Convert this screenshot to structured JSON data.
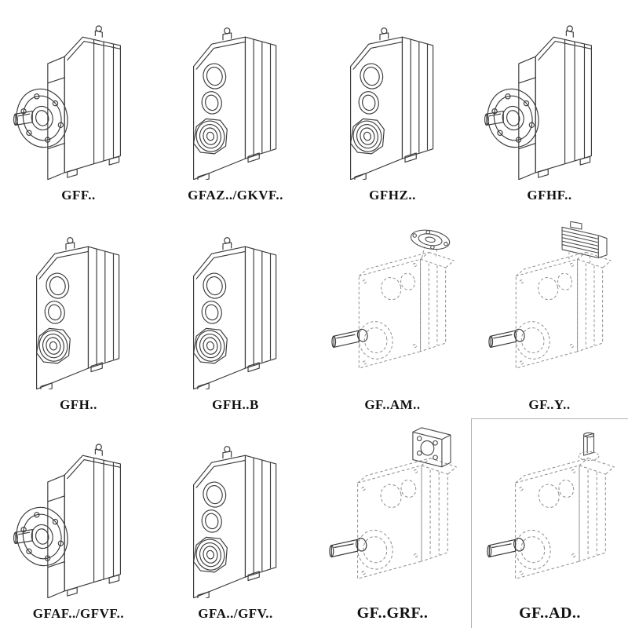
{
  "colors": {
    "background": "#ffffff",
    "ink": "#3b3b3b",
    "phantom": "#8e8e8e",
    "label": "#111111",
    "cell_border": "#b0b0b0"
  },
  "catalog": {
    "items": [
      {
        "label": "GFF..",
        "drawing": "flange-solid-shaft-gearbox"
      },
      {
        "label": "GFAZ../GKVF..",
        "drawing": "hollow-shaft-gearbox"
      },
      {
        "label": "GFHZ..",
        "drawing": "hollow-shaft-gearbox"
      },
      {
        "label": "GFHF..",
        "drawing": "flange-solid-shaft-gearbox"
      },
      {
        "label": "GFH..",
        "drawing": "hollow-shaft-gearbox"
      },
      {
        "label": "GFH..B",
        "drawing": "hollow-shaft-gearbox"
      },
      {
        "label": "GF..AM..",
        "drawing": "phantom-gearbox-top-flange"
      },
      {
        "label": "GF..Y..",
        "drawing": "phantom-gearbox-motor"
      },
      {
        "label": "GFAF../GFVF..",
        "drawing": "flange-solid-shaft-gearbox"
      },
      {
        "label": "GFA../GFV..",
        "drawing": "hollow-shaft-gearbox"
      },
      {
        "label": "GF..GRF..",
        "drawing": "phantom-gearbox-adapter"
      },
      {
        "label": "GF..AD..",
        "drawing": "phantom-gearbox-input-shaft"
      }
    ]
  }
}
